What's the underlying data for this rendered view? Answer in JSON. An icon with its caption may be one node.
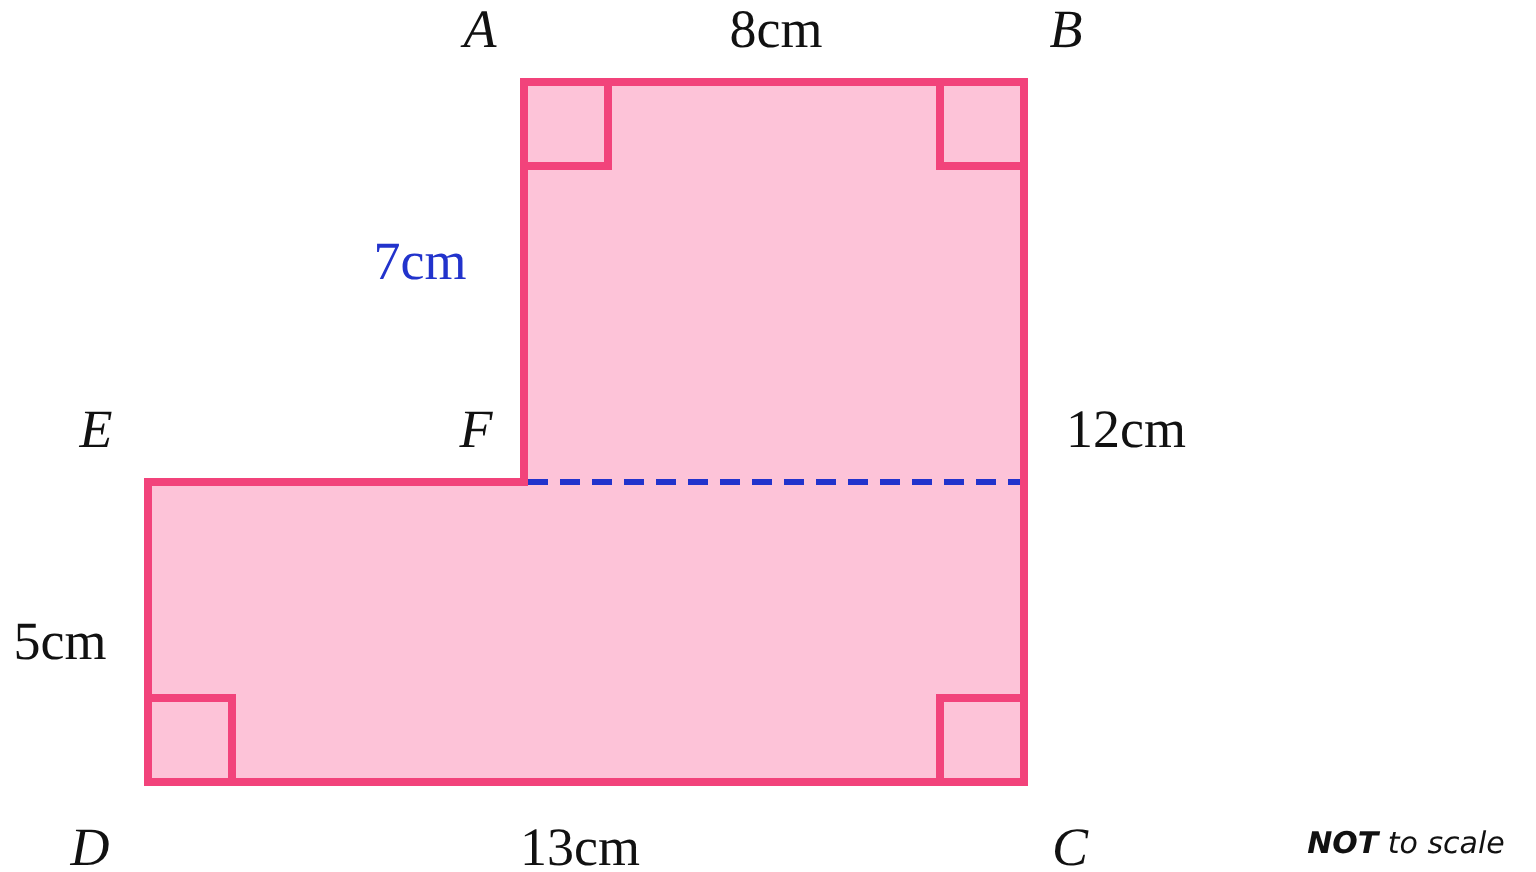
{
  "diagram": {
    "labels": [
      "A",
      "8cm",
      "B",
      "7cm",
      "E",
      "F",
      "12cm",
      "5cm",
      "D",
      "13cm",
      "C",
      "**NOT** to scale"
    ]
  }
}
